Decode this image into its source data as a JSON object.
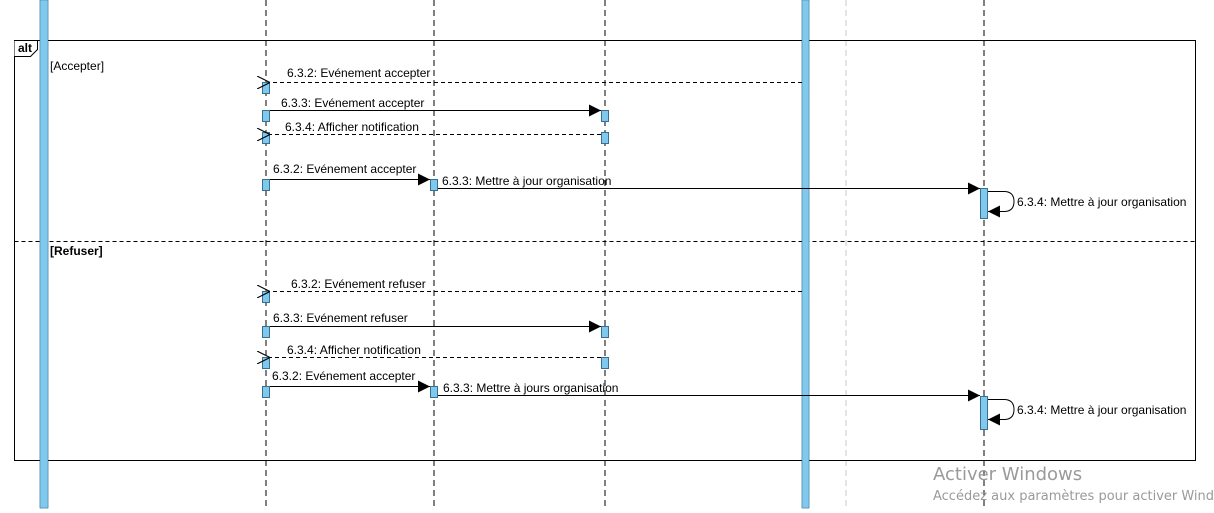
{
  "frame": {
    "operator": "alt",
    "guards": [
      "[Accepter]",
      "[Refuser]"
    ]
  },
  "messages": [
    "6.3.2: Evénement accepter",
    "6.3.3: Evénement accepter",
    "6.3.4: Afficher notification",
    "6.3.2: Evénement accepter",
    "6.3.3: Mettre à jour organisation",
    "6.3.4: Mettre à jour organisation",
    "6.3.2: Evénement refuser",
    "6.3.3: Evénement refuser",
    "6.3.4: Afficher notification",
    "6.3.2: Evénement accepter",
    "6.3.3: Mettre à jours organisation",
    "6.3.4: Mettre à jour organisation"
  ],
  "colors": {
    "activation_fill": "#7fc8ee",
    "activation_stroke": "#3a6f8f",
    "thick_lifeline": "#7fc8ee",
    "line": "#000000",
    "watermark": "#9a9a9a"
  },
  "watermark": {
    "title": "Activer Windows",
    "subtitle": "Accédez aux paramètres pour activer Windows."
  }
}
